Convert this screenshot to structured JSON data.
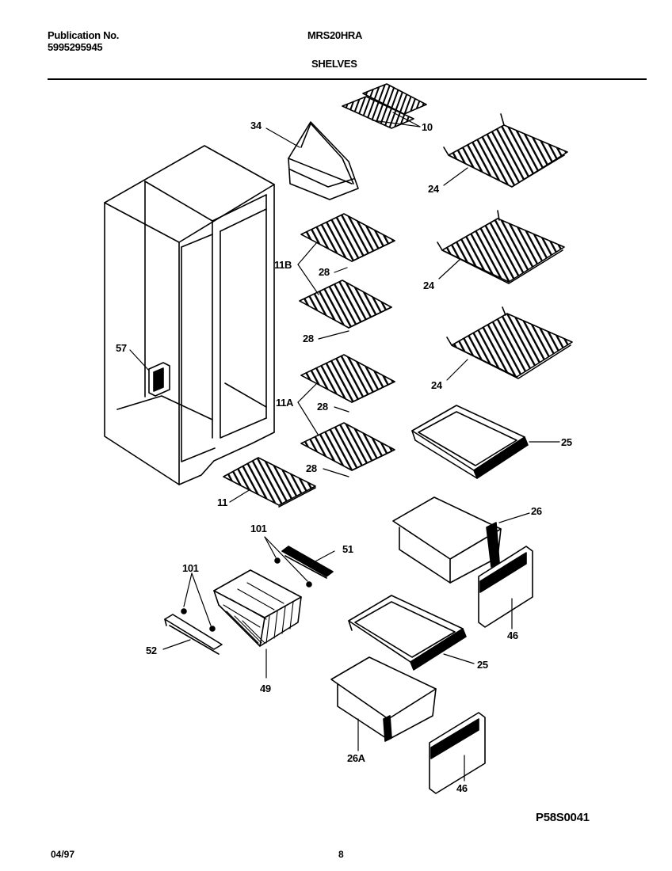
{
  "header": {
    "publication_label": "Publication No.",
    "publication_number": "5995295945",
    "model": "MRS20HRA",
    "section": "SHELVES"
  },
  "callouts": {
    "c10": "10",
    "c34": "34",
    "c24a": "24",
    "c24b": "24",
    "c24c": "24",
    "c11b": "11B",
    "c28a": "28",
    "c28b": "28",
    "c57": "57",
    "c11a": "11A",
    "c28c": "28",
    "c28d": "28",
    "c25a": "25",
    "c11": "11",
    "c26": "26",
    "c101a": "101",
    "c51": "51",
    "c101b": "101",
    "c46a": "46",
    "c52": "52",
    "c25b": "25",
    "c49": "49",
    "c26a": "26A",
    "c46b": "46"
  },
  "footer": {
    "figure_code": "P58S0041",
    "date": "04/97",
    "page": "8"
  }
}
